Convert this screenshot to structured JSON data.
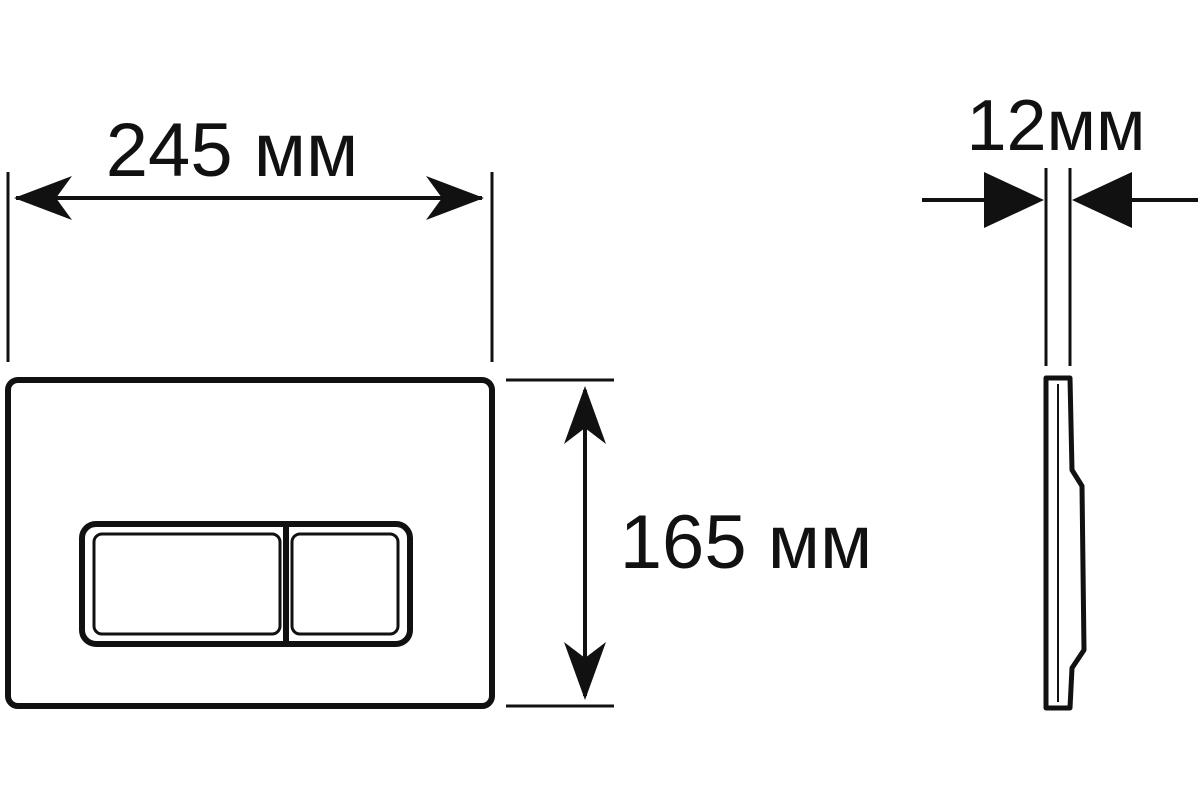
{
  "dimensions": {
    "width_label": "245 мм",
    "height_label": "165 мм",
    "thickness_label": "12мм"
  },
  "colors": {
    "line": "#111111",
    "background": "#ffffff"
  }
}
